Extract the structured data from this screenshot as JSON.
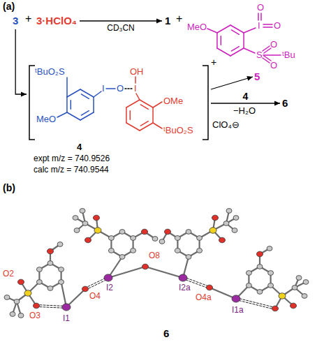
{
  "diagram": {
    "nodes": [
      {
        "text": [
          "3"
        ]
      },
      {
        "text": [
          "3·HClO₄"
        ]
      },
      {
        "text": [
          "1"
        ]
      },
      {
        "text": [
          "5"
        ]
      },
      {
        "text": [
          "4",
          "expt m/z = 740.9526",
          "calc m/z = 740.9544"
        ]
      },
      {
        "text": [
          "6"
        ]
      }
    ],
    "edges": [
      {
        "from": 1,
        "to": 2,
        "arrow": "to",
        "label": "CD₃CN"
      },
      {
        "from": 0,
        "to": 4,
        "arrow": "to"
      },
      {
        "from": 4,
        "to": 3,
        "arrow": "to"
      },
      {
        "from": 4,
        "to": 5,
        "arrow": "to",
        "label": "4"
      }
    ],
    "labels": [
      "(a)",
      "+",
      "+",
      "ᵗBuO₂S",
      "I",
      "O",
      "I",
      "OH",
      "ᵗBuO₂S",
      "MeO",
      "OMe",
      "+",
      "ClO₄⊖",
      "−H₂O",
      "O",
      "I",
      "O",
      "S",
      "O",
      "O",
      "ᵗBu",
      "MeO",
      "(b)",
      "O2",
      "O3",
      "I1",
      "O4",
      "I2",
      "O8",
      "I2a",
      "O4a",
      "I1a",
      "6"
    ]
  }
}
